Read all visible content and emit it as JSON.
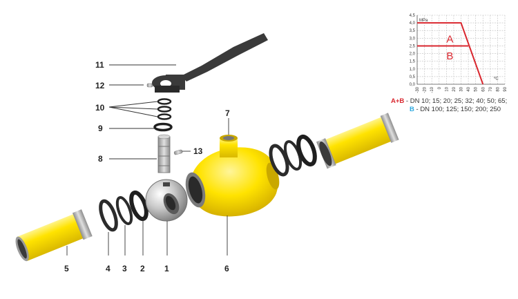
{
  "callouts": {
    "n1": "1",
    "n2": "2",
    "n3": "3",
    "n4": "4",
    "n5": "5",
    "n6": "6",
    "n7": "7",
    "n8": "8",
    "n9": "9",
    "n10": "10",
    "n11": "11",
    "n12": "12",
    "n13": "13"
  },
  "chart_data": {
    "type": "line",
    "y_unit": "MPa",
    "x_unit": "ºC",
    "y_ticks": [
      "0,0",
      "0,5",
      "1,0",
      "1,5",
      "2,0",
      "2,5",
      "3,0",
      "3,5",
      "4,0",
      "4,5"
    ],
    "x_ticks": [
      "-30",
      "-20",
      "-10",
      "0",
      "10",
      "20",
      "30",
      "40",
      "50",
      "60",
      "70",
      "80",
      "90"
    ],
    "xlim": [
      -30,
      90
    ],
    "ylim": [
      0,
      4.5
    ],
    "grid": true,
    "series": [
      {
        "name": "A",
        "color": "#d9262e",
        "x": [
          -30,
          30,
          60
        ],
        "y": [
          4.0,
          4.0,
          0.0
        ]
      },
      {
        "name": "B",
        "color": "#d9262e",
        "x": [
          -30,
          40
        ],
        "y": [
          2.5,
          2.5
        ]
      }
    ],
    "region_labels": [
      "A",
      "B"
    ]
  },
  "legend": {
    "ab_code": "A+B",
    "ab_text": " - DN 10; 15; 20; 25; 32; 40; 50; 65;",
    "b_code": "B",
    "b_text": " - DN 100; 125; 150; 200; 250"
  },
  "colors": {
    "yellow": "#ffe300",
    "yellow_shade": "#e6c800",
    "steel": "#b5b5b5",
    "dark": "#3a3a3a",
    "accent_red": "#d9262e",
    "accent_blue": "#2aa7df"
  }
}
